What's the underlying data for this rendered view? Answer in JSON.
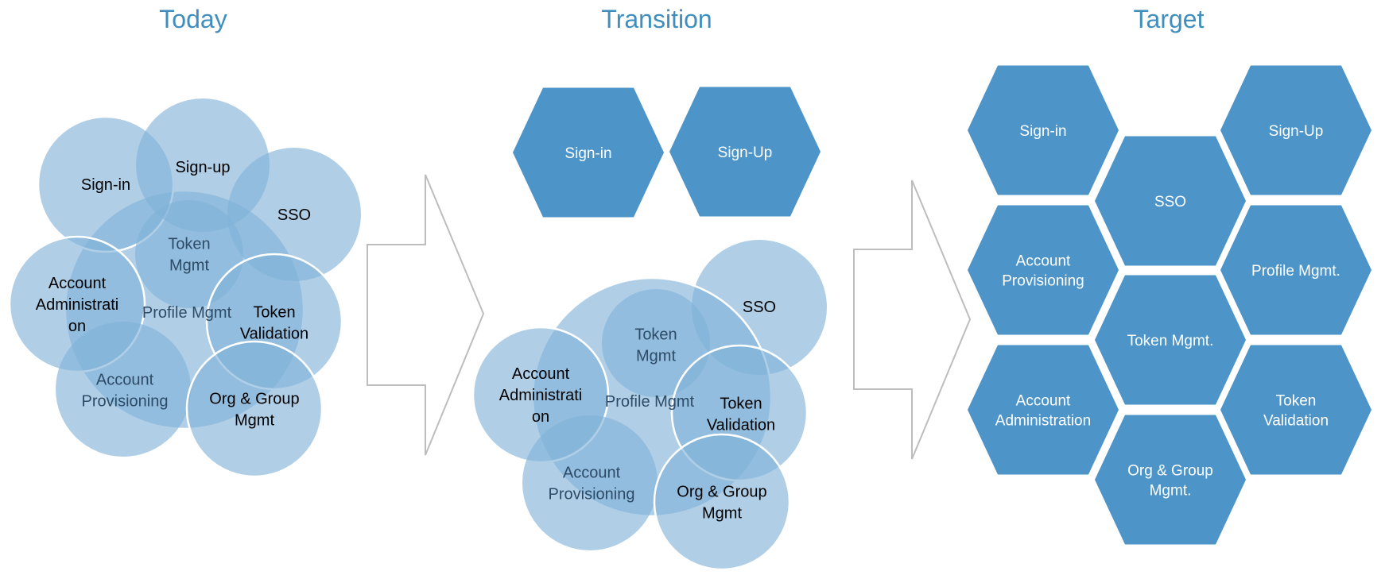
{
  "titles": {
    "today": "Today",
    "transition": "Transition",
    "target": "Target"
  },
  "colors": {
    "title": "#3f8ebd",
    "circle_fill": "#7fb1d8",
    "hexagon_fill": "#4d94c8",
    "arrow_stroke": "#bdbdbd",
    "circle_stroke": "#ffffff"
  },
  "today": {
    "circles": [
      {
        "id": "profile",
        "lines": [
          "Profile Mgmt"
        ],
        "dim": true
      },
      {
        "id": "sign-in",
        "lines": [
          "Sign-in"
        ]
      },
      {
        "id": "sign-up",
        "lines": [
          "Sign-up"
        ]
      },
      {
        "id": "sso",
        "lines": [
          "SSO"
        ]
      },
      {
        "id": "token-mgmt",
        "lines": [
          "Token",
          "Mgmt"
        ],
        "dim": true
      },
      {
        "id": "account-admin",
        "lines": [
          "Account",
          "Administrati",
          "on"
        ]
      },
      {
        "id": "token-validation",
        "lines": [
          "Token",
          "Validation"
        ]
      },
      {
        "id": "account-provisioning",
        "lines": [
          "Account",
          "Provisioning"
        ],
        "dim": true
      },
      {
        "id": "org-group",
        "lines": [
          "Org & Group",
          "Mgmt"
        ]
      }
    ]
  },
  "transition": {
    "hexagons": [
      {
        "id": "sign-in",
        "lines": [
          "Sign-in"
        ]
      },
      {
        "id": "sign-up",
        "lines": [
          "Sign-Up"
        ]
      }
    ],
    "circles": [
      {
        "id": "sso",
        "lines": [
          "SSO"
        ]
      },
      {
        "id": "profile",
        "lines": [
          "Profile Mgmt"
        ],
        "dim": true
      },
      {
        "id": "token-mgmt",
        "lines": [
          "Token",
          "Mgmt"
        ],
        "dim": true
      },
      {
        "id": "account-admin",
        "lines": [
          "Account",
          "Administrati",
          "on"
        ]
      },
      {
        "id": "token-validation",
        "lines": [
          "Token",
          "Validation"
        ]
      },
      {
        "id": "account-provisioning",
        "lines": [
          "Account",
          "Provisioning"
        ],
        "dim": true
      },
      {
        "id": "org-group",
        "lines": [
          "Org & Group",
          "Mgmt"
        ]
      }
    ]
  },
  "target": {
    "hexagons": [
      {
        "id": "sign-in",
        "lines": [
          "Sign-in"
        ]
      },
      {
        "id": "sign-up",
        "lines": [
          "Sign-Up"
        ]
      },
      {
        "id": "sso",
        "lines": [
          "SSO"
        ]
      },
      {
        "id": "account-provisioning",
        "lines": [
          "Account",
          "Provisioning"
        ]
      },
      {
        "id": "profile",
        "lines": [
          "Profile Mgmt."
        ]
      },
      {
        "id": "token-mgmt",
        "lines": [
          "Token Mgmt."
        ]
      },
      {
        "id": "account-admin",
        "lines": [
          "Account",
          "Administration"
        ]
      },
      {
        "id": "token-validation",
        "lines": [
          "Token",
          "Validation"
        ]
      },
      {
        "id": "org-group",
        "lines": [
          "Org & Group",
          "Mgmt."
        ]
      }
    ]
  }
}
